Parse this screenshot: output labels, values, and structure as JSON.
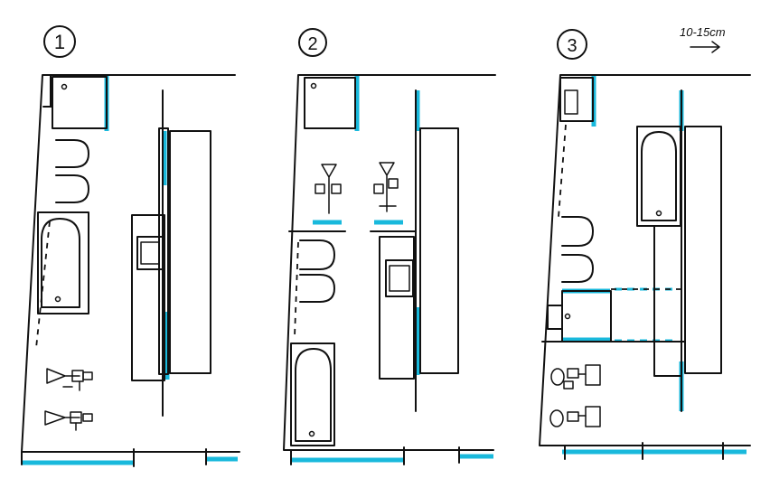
{
  "plans": [
    {
      "number": "1"
    },
    {
      "number": "2"
    },
    {
      "number": "3"
    }
  ],
  "annotation": {
    "text": "10-15cm",
    "arrow_icon": "right-arrow-icon"
  },
  "colors": {
    "ink": "#111111",
    "highlight": "#19b9dc",
    "paper": "#ffffff"
  }
}
